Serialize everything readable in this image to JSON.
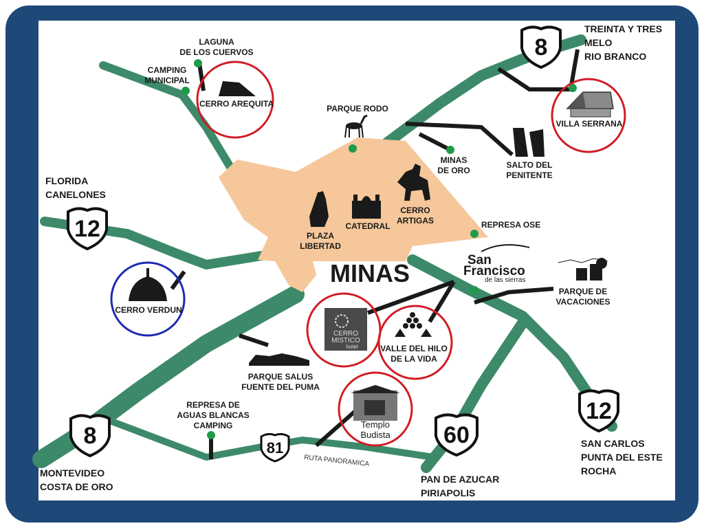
{
  "colors": {
    "border": "#1e4878",
    "city": "#f5c79a",
    "road": "#3d8a6a",
    "dot": "#1f9a4a",
    "ring_red": "#d01c24",
    "ring_blue": "#1d2ab0",
    "ink": "#1a1a1a"
  },
  "city": {
    "name": "MINAS"
  },
  "destinations": {
    "north_east": [
      "TREINTA Y TRES",
      "MELO",
      "RIO BRANCO"
    ],
    "west": [
      "FLORIDA",
      "CANELONES"
    ],
    "south_west": [
      "MONTEVIDEO",
      "COSTA DE ORO"
    ],
    "south": [
      "PAN DE AZUCAR",
      "PIRIAPOLIS"
    ],
    "south_east": [
      "SAN CARLOS",
      "PUNTA DEL ESTE",
      "ROCHA"
    ]
  },
  "routes": {
    "r8_north": "8",
    "r12_west": "12",
    "r8_south": "8",
    "r81": "81",
    "r60": "60",
    "r12_south": "12",
    "ruta_panoramica": "RUTA PANORAMICA"
  },
  "places": {
    "laguna": [
      "LAGUNA",
      "DE LOS CUERVOS"
    ],
    "camping_municipal": [
      "CAMPING",
      "MUNICIPAL"
    ],
    "cerro_arequita": "CERRO AREQUITA",
    "parque_rodo": "PARQUE RODO",
    "minas_de_oro": [
      "MINAS",
      "DE ORO"
    ],
    "salto_penitente": [
      "SALTO DEL",
      "PENITENTE"
    ],
    "villa_serrana": "VILLA SERRANA",
    "plaza_libertad": [
      "PLAZA",
      "LIBERTAD"
    ],
    "catedral": "CATEDRAL",
    "cerro_artigas": [
      "CERRO",
      "ARTIGAS"
    ],
    "represa_ose": "REPRESA OSE",
    "san_francisco": {
      "line1": "San",
      "line2": "Francisco",
      "line3": "de las sierras"
    },
    "parque_vacaciones": [
      "PARQUE DE",
      "VACACIONES"
    ],
    "cerro_verdun": "CERRO VERDUN",
    "cerro_mistico": {
      "line1": "CERRO",
      "line2": "MISTICO",
      "line3": "hotel"
    },
    "valle_hilo": [
      "VALLE DEL HILO",
      "DE LA VIDA"
    ],
    "parque_salus": [
      "PARQUE SALUS",
      "FUENTE DEL PUMA"
    ],
    "represa_aguas_blancas": [
      "REPRESA DE",
      "AGUAS BLANCAS",
      "CAMPING"
    ],
    "templo_budista": [
      "Templo",
      "Budista"
    ]
  },
  "icons": {
    "deer": "deer-icon",
    "rock": "hill-icon",
    "house": "house-icon",
    "falls": "waterfall-icon",
    "statue_plaza": "statue-icon",
    "cathedral": "cathedral-icon",
    "horse_statue": "horse-statue-icon",
    "dome": "dome-icon",
    "puma": "puma-icon",
    "pyramid": "pyramid-icon",
    "temple": "temple-icon",
    "hotel": "hotel-logo-icon",
    "resort": "resort-icon"
  }
}
